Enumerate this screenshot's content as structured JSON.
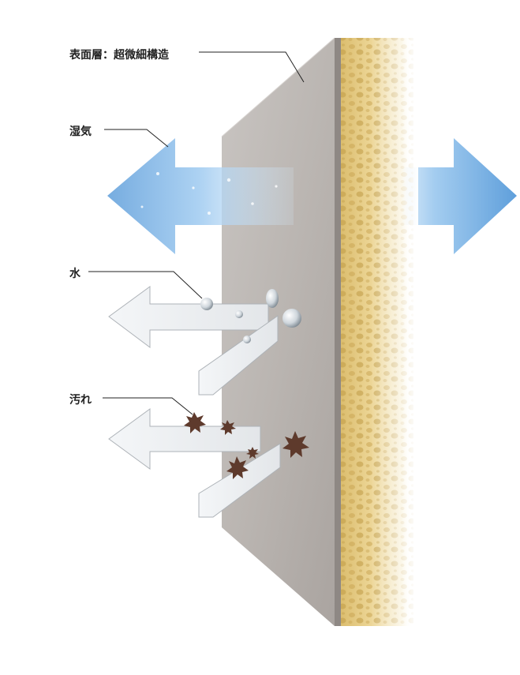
{
  "labels": {
    "surface_layer": "表面層：超微細構造",
    "moisture": "湿気",
    "water": "水",
    "dirt": "汚れ"
  },
  "colors": {
    "wall_face": "#bdb8b4",
    "wall_shadow": "#9b9591",
    "foam": "#e7cf8c",
    "foam_dark": "#c49e4a",
    "moisture_arrow": "#7fb6e6",
    "clear_arrow": "#eef0f2",
    "dirt": "#5e3a2c",
    "leader_line": "#222222"
  },
  "icons": [
    "moisture-arrow-icon",
    "water-arrow-icon",
    "dirt-arrow-icon",
    "water-droplet-icon",
    "dirt-particle-icon"
  ]
}
